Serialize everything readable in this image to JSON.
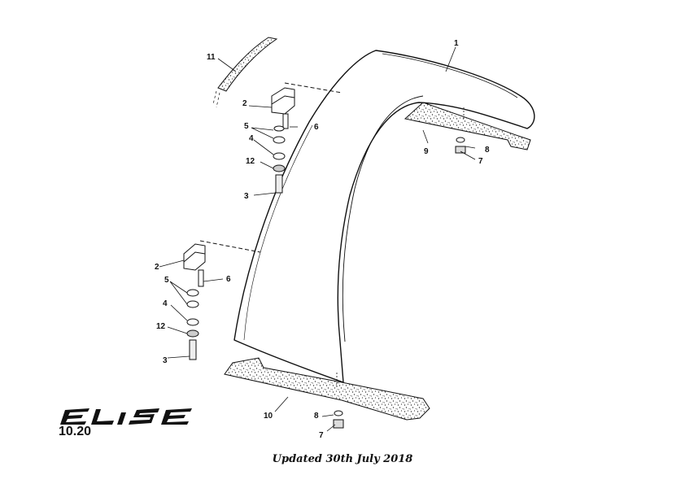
{
  "diagram": {
    "callouts": {
      "c1": "1",
      "c2a": "2",
      "c2b": "2",
      "c3a": "3",
      "c3b": "3",
      "c4a": "4",
      "c4b": "4",
      "c5a": "5",
      "c5b": "5",
      "c6a": "6",
      "c6b": "6",
      "c7a": "7",
      "c7b": "7",
      "c8a": "8",
      "c8b": "8",
      "c9": "9",
      "c10": "10",
      "c11": "11",
      "c12a": "12",
      "c12b": "12"
    }
  },
  "logo": {
    "text": "ELISE",
    "icon": "elise-logo"
  },
  "footer": {
    "section_number": "10.20",
    "updated_note": "Updated 30th July 2018"
  }
}
